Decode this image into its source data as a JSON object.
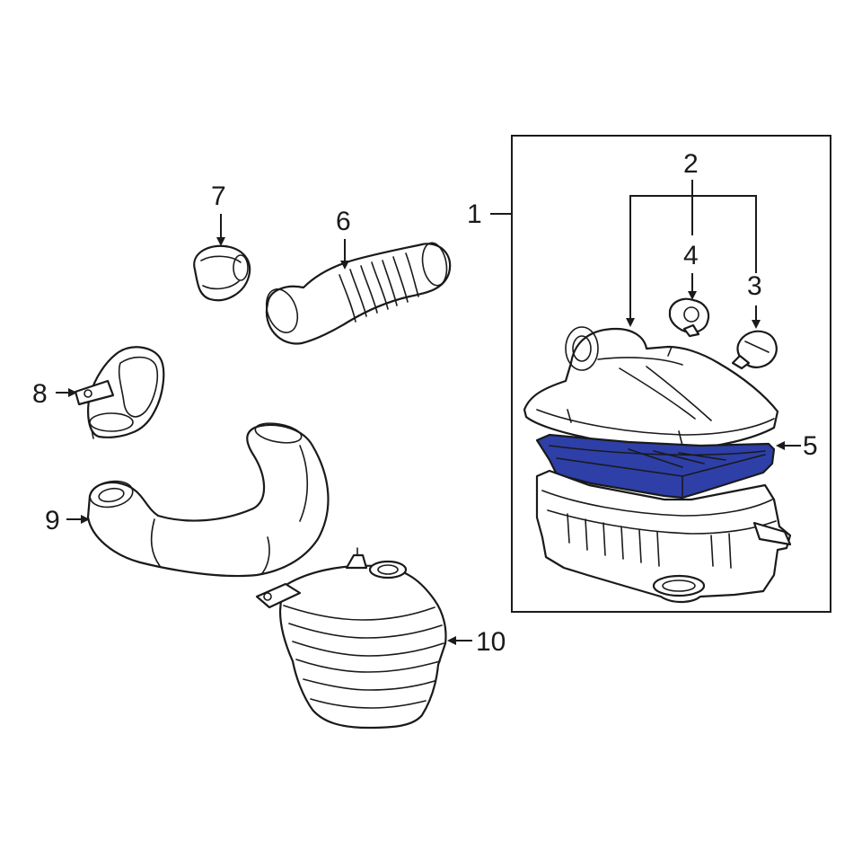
{
  "diagram": {
    "callouts": {
      "c1": "1",
      "c2": "2",
      "c3": "3",
      "c4": "4",
      "c5": "5",
      "c6": "6",
      "c7": "7",
      "c8": "8",
      "c9": "9",
      "c10": "10"
    },
    "highlight_color": "#2e3fa8"
  }
}
